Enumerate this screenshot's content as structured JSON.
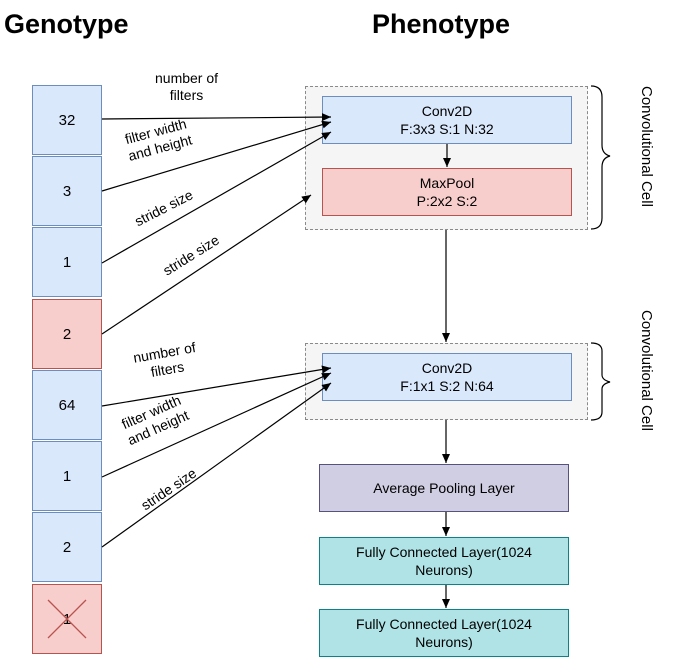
{
  "headings": {
    "genotype": "Genotype",
    "phenotype": "Phenotype"
  },
  "genes": [
    "32",
    "3",
    "1",
    "2",
    "64",
    "1",
    "2",
    "1"
  ],
  "edge_labels": {
    "filters_1": [
      "number of",
      "filters"
    ],
    "size_1": [
      "filter width",
      "and height"
    ],
    "stride_1": "stride size",
    "stride_pool": "stride size",
    "filters_2": [
      "number of",
      "filters"
    ],
    "size_2": [
      "filter width",
      "and height"
    ],
    "stride_2": "stride size"
  },
  "nodes": {
    "conv1": [
      "Conv2D",
      "F:3x3 S:1 N:32"
    ],
    "maxpool": [
      "MaxPool",
      "P:2x2 S:2"
    ],
    "conv2": [
      "Conv2D",
      "F:1x1 S:2 N:64"
    ],
    "avgpool": "Average Pooling Layer",
    "fc1": [
      "Fully Connected Layer(1024",
      "Neurons)"
    ],
    "fc2": [
      "Fully Connected Layer(1024",
      "Neurons)"
    ]
  },
  "cell_labels": [
    "Convolutional Cell",
    "Convolutional Cell"
  ],
  "colors": {
    "blue_fill": "#dae8fc",
    "blue_stroke": "#6c8ebf",
    "red_fill": "#f8cecc",
    "red_stroke": "#b85450",
    "purple_fill": "#d0cee2",
    "teal_fill": "#b0e3e6"
  }
}
